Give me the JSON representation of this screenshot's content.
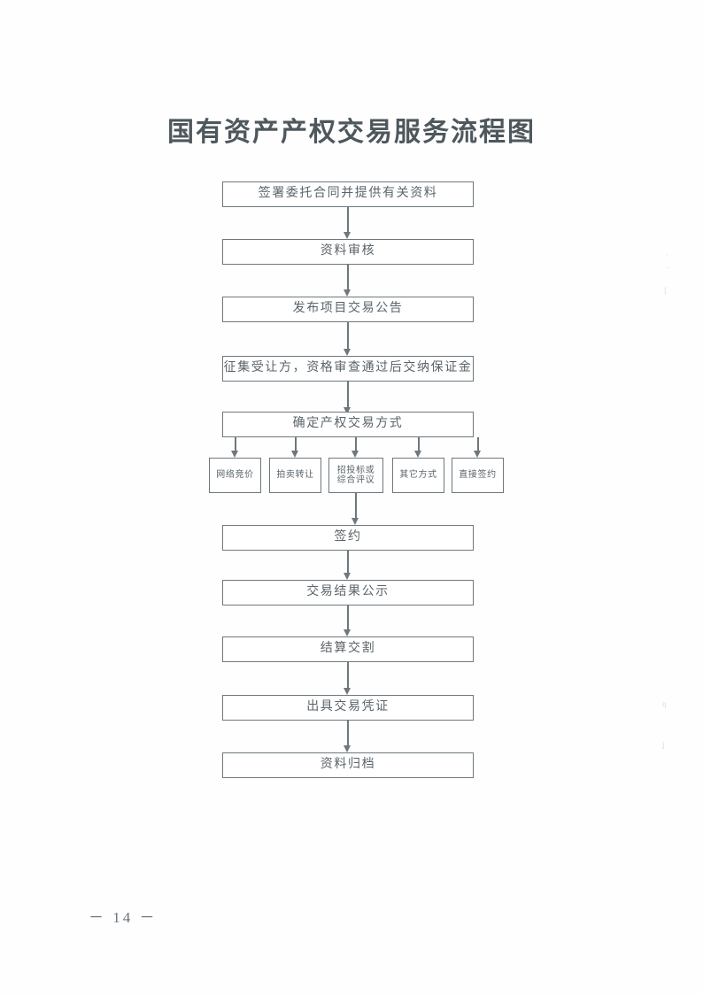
{
  "document": {
    "title": "国有资产产权交易服务流程图",
    "page_number": "－ 14 －"
  },
  "flowchart": {
    "type": "flowchart",
    "orientation": "top-to-bottom",
    "main_steps": [
      {
        "id": "step-1",
        "label": "签署委托合同并提供有关资料"
      },
      {
        "id": "step-2",
        "label": "资料审核"
      },
      {
        "id": "step-3",
        "label": "发布项目交易公告"
      },
      {
        "id": "step-4",
        "label": "征集受让方，资格审查通过后交纳保证金"
      },
      {
        "id": "step-5",
        "label": "确定产权交易方式"
      },
      {
        "id": "step-6",
        "label": "签约"
      },
      {
        "id": "step-7",
        "label": "交易结果公示"
      },
      {
        "id": "step-8",
        "label": "结算交割"
      },
      {
        "id": "step-9",
        "label": "出具交易凭证"
      },
      {
        "id": "step-10",
        "label": "资料归档"
      }
    ],
    "methods": [
      {
        "id": "method-1",
        "line1": "网络竞价",
        "line2": ""
      },
      {
        "id": "method-2",
        "line1": "拍卖转让",
        "line2": ""
      },
      {
        "id": "method-3",
        "line1": "招投标或",
        "line2": "综合评议"
      },
      {
        "id": "method-4",
        "line1": "其它方式",
        "line2": ""
      },
      {
        "id": "method-5",
        "line1": "直接签约",
        "line2": ""
      }
    ],
    "colors": {
      "line": "#6e787c",
      "text": "#5a646a",
      "background": "#ffffff"
    }
  },
  "scan_marks": {
    "mark_1": "·",
    "mark_2": "−",
    "mark_3": "ǰ",
    "mark_4": "ŋ",
    "mark_5": "ʝ"
  }
}
